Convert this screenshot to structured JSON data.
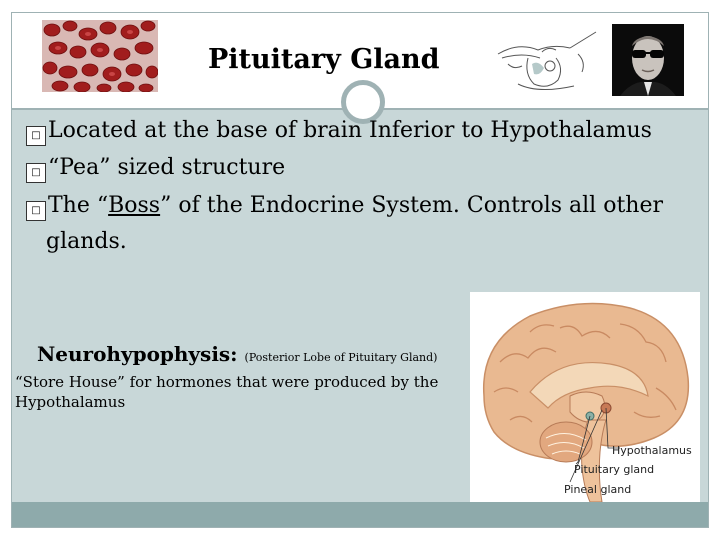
{
  "slide": {
    "title": "Pituitary Gland",
    "bullet_glyph": "□",
    "bullets": [
      {
        "text": "Located at the base of brain Inferior to Hypothalamus"
      },
      {
        "text": "“Pea” sized structure"
      },
      {
        "pre": "The “",
        "underlined": "Boss",
        "post": "” of the Endocrine System. Controls all other",
        "continuation": "glands."
      }
    ],
    "subsection": {
      "heading": "Neurohypophysis:",
      "heading_note": "(Posterior Lobe of Pituitary Gland)",
      "text": "“Store House” for hormones that were produced by the Hypothalamus"
    },
    "diagram_labels": {
      "hypothalamus": "Hypothalamus",
      "pituitary": "Pituitary gland",
      "pineal": "Pineal gland"
    }
  },
  "colors": {
    "body_background": "#c8d7d8",
    "footer_band": "#8eaaab",
    "frame": "#9fb2b4"
  },
  "icons": [
    "blood-cells-image",
    "cartoon-figure-image",
    "man-in-sunglasses-image",
    "brain-diagram-image",
    "ring-ornament"
  ]
}
